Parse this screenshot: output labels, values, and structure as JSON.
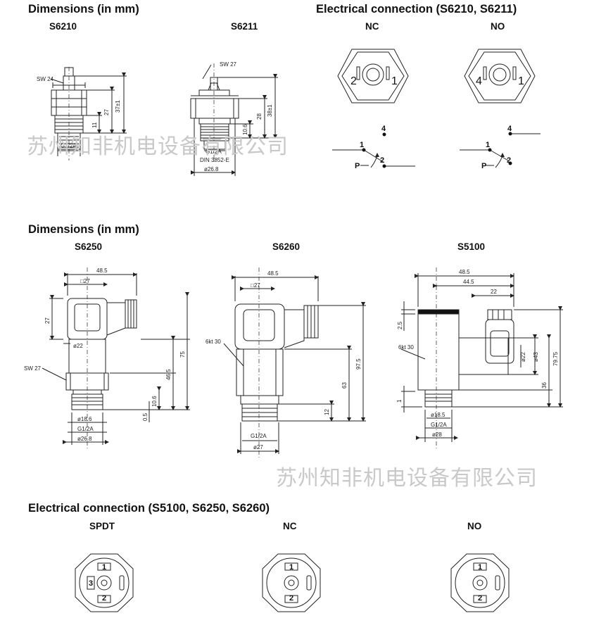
{
  "sections": {
    "dims_top": "Dimensions (in mm)",
    "elec_top": "Electrical connection (S6210, S6211)",
    "dims_mid": "Dimensions (in mm)",
    "elec_bottom": "Electrical connection (S5100, S6250, S6260)"
  },
  "models_top": [
    "S6210",
    "S6211"
  ],
  "contacts_top": [
    "NC",
    "NO"
  ],
  "models_mid": [
    "S6250",
    "S6260",
    "S5100"
  ],
  "contacts_bottom": [
    "SPDT",
    "NC",
    "NO"
  ],
  "watermark": "苏州知非机电设备有限公司",
  "dims": {
    "s6210": {
      "sw": "SW 24",
      "h_total": "37±1",
      "h_body": "27",
      "h_thread": "11",
      "thread": "G1/2A"
    },
    "s6211": {
      "sw": "SW 27",
      "h_total": "38±1",
      "h_body": "28",
      "h_thread": "10.6",
      "thread": "G1/2A",
      "din": "DIN 3852-E",
      "dia": "ø26.8"
    },
    "s6250": {
      "w_total": "48.5",
      "sq": "□27",
      "sw": "SW 27",
      "d1": "ø22",
      "h_top": "27",
      "h_total": "75",
      "h_body": "46.5",
      "h_thread": "10.6",
      "h_small": "0.5",
      "d2": "ø18.6",
      "thread": "G1/2A",
      "dia": "ø26.8"
    },
    "s6260": {
      "w_total": "48.5",
      "sq": "□27",
      "hex": "6kt 30",
      "h_total": "97.5",
      "h_body": "63",
      "h_thread": "12",
      "thread": "G1/2A",
      "dia": "ø27"
    },
    "s5100": {
      "w_total": "48.5",
      "w_mid": "44.5",
      "w_small": "22",
      "hex": "6kt 30",
      "h_top": "2.5",
      "d1": "ø22",
      "d2": "ø43",
      "h_total": "79.75",
      "h_body": "36",
      "h_thread": "1",
      "d3": "ø18.5",
      "thread": "G1/2A",
      "dia": "ø28"
    }
  },
  "terminals": {
    "top_nc": [
      "2",
      "1"
    ],
    "top_no": [
      "4",
      "1"
    ],
    "schem": {
      "t4": "4",
      "t1": "1",
      "t2": "2",
      "p": "P"
    },
    "bottom": {
      "t1": "1",
      "t2": "2",
      "t3": "3"
    }
  }
}
